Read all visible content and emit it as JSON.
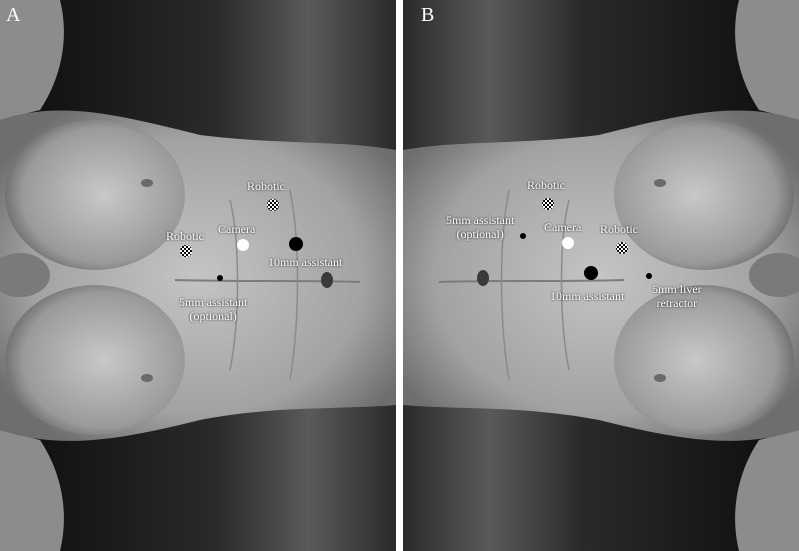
{
  "panel_a": {
    "letter": "A",
    "labels": {
      "robotic_upper": "Robotic",
      "robotic_left": "Robotic",
      "camera": "Camera",
      "assistant_10mm": "10mm assistant",
      "assistant_5mm_line1": "5mm assistant",
      "assistant_5mm_line2": "(optional)"
    }
  },
  "panel_b": {
    "letter": "B",
    "labels": {
      "robotic_upper": "Robotic",
      "assistant_5mm_line1": "5mm assistant",
      "assistant_5mm_line2": "(optional)",
      "camera": "Camera",
      "robotic_right": "Robotic",
      "assistant_10mm": "10mm assistant",
      "liver_retractor_line1": "5mm liver",
      "liver_retractor_line2": "retractor"
    }
  },
  "legend_icons": {
    "robotic_port": "checkered-port-icon",
    "camera_port": "white-port-icon",
    "assistant_port": "black-port-icon"
  },
  "colors": {
    "background": "#1a1a1a",
    "body": "#a8a8a8",
    "label": "#ffffff",
    "divider": "#ffffff"
  }
}
